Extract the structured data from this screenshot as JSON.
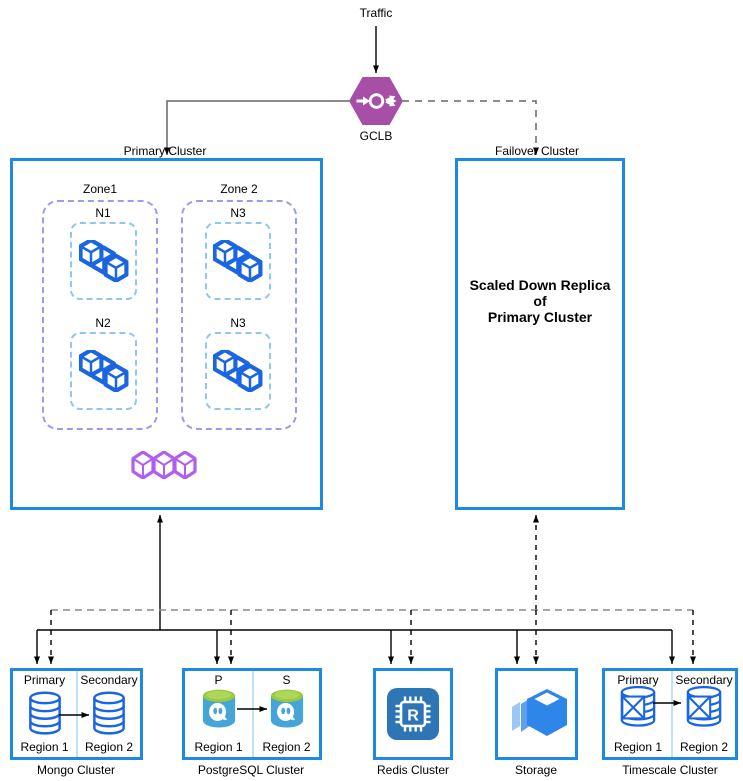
{
  "traffic": {
    "label": "Traffic"
  },
  "gclb": {
    "label": "GCLB"
  },
  "primary_cluster": {
    "label": "Primary Cluster",
    "zones": [
      {
        "label": "Zone1",
        "nodes": [
          {
            "label": "N1"
          },
          {
            "label": "N2"
          }
        ]
      },
      {
        "label": "Zone 2",
        "nodes": [
          {
            "label": "N3"
          },
          {
            "label": "N3"
          }
        ]
      }
    ]
  },
  "failover_cluster": {
    "label": "Failover Cluster",
    "description_line1": "Scaled Down Replica",
    "description_line2": "of",
    "description_line3": "Primary Cluster"
  },
  "mongo": {
    "label": "Mongo Cluster",
    "primary_role": "Primary",
    "secondary_role": "Secondary",
    "primary_region": "Region 1",
    "secondary_region": "Region 2"
  },
  "postgres": {
    "label": "PostgreSQL Cluster",
    "primary_role": "P",
    "secondary_role": "S",
    "primary_region": "Region 1",
    "secondary_region": "Region 2"
  },
  "redis": {
    "label": "Redis Cluster",
    "icon_letter": "R"
  },
  "storage": {
    "label": "Storage"
  },
  "timescale": {
    "label": "Timescale Cluster",
    "primary_role": "Primary",
    "secondary_role": "Secondary",
    "primary_region": "Region 1",
    "secondary_region": "Region 2"
  },
  "colors": {
    "accent_blue": "#1E88E5",
    "zone_purple": "#9C9CEE",
    "node_blue": "#8FC7F2",
    "workload_blue": "#1A66E2",
    "pod_purple": "#B15EF0",
    "gclb_purple": "#A74FA7",
    "divider_blue": "#BEE3F8",
    "line_gray": "#666666",
    "dashed_gray": "#8A8A8A",
    "postgres_body": "#45A5D6",
    "postgres_top": "#9BCB3D",
    "redis_bg": "#2E75B6",
    "storage_blue": "#2E86E8",
    "storage_mid": "#5E9FEF",
    "storage_light": "#9AC7F4"
  }
}
